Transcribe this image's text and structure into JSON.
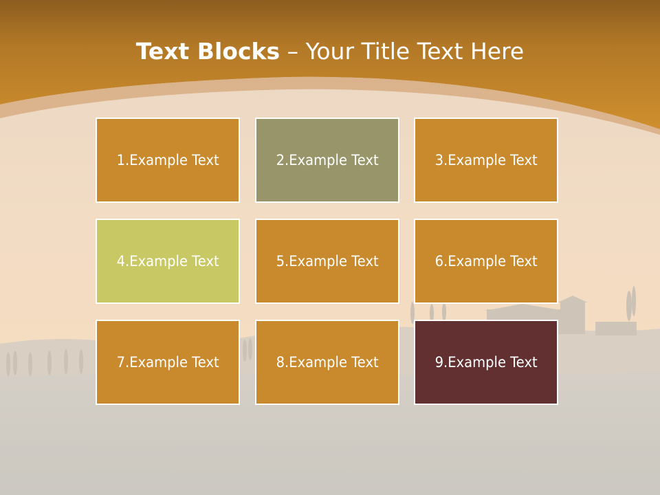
{
  "title": {
    "bold": "Text Blocks",
    "separator": " – ",
    "rest": "Your Title Text Here"
  },
  "colors": {
    "header_orange": "#c9892c",
    "header_dark": "#8a5a1e",
    "block_orange": "#c98a2d",
    "block_olive": "#979569",
    "block_lime": "#c8c864",
    "block_maroon": "#633032",
    "block_border": "#ffffff",
    "ground": "#cdc9c2"
  },
  "blocks": [
    {
      "label": "1.Example Text",
      "color": "#c98a2d"
    },
    {
      "label": "2.Example Text",
      "color": "#979569"
    },
    {
      "label": "3.Example Text",
      "color": "#c98a2d"
    },
    {
      "label": "4.Example Text",
      "color": "#c8c864"
    },
    {
      "label": "5.Example Text",
      "color": "#c98a2d"
    },
    {
      "label": "6.Example Text",
      "color": "#c98a2d"
    },
    {
      "label": "7.Example Text",
      "color": "#c98a2d"
    },
    {
      "label": "8.Example Text",
      "color": "#c98a2d"
    },
    {
      "label": "9.Example Text",
      "color": "#633032"
    }
  ]
}
